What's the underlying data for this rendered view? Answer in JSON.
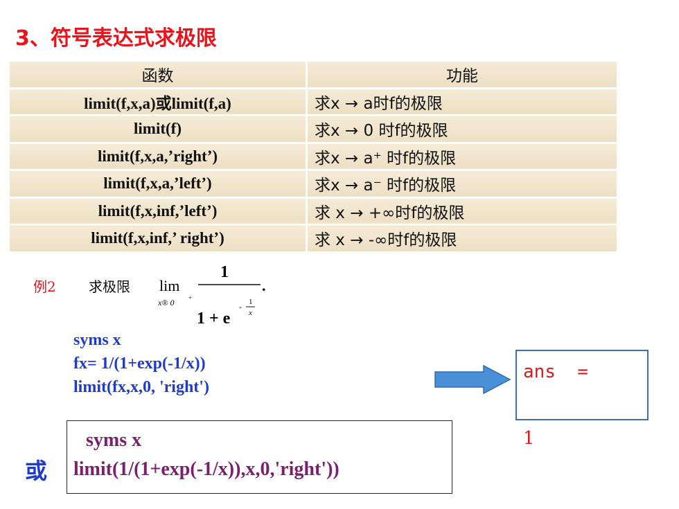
{
  "title": "3、符号表达式求极限",
  "table": {
    "header": {
      "col1": "函数",
      "col2": "功能"
    },
    "rows": [
      {
        "func": "limit(f,x,a)或limit(f,a)",
        "desc": "求x → a时f的极限"
      },
      {
        "func": "limit(f)",
        "desc": "求x → 0 时f的极限"
      },
      {
        "func": "limit(f,x,a,’right’)",
        "desc": "求x → a⁺ 时f的极限"
      },
      {
        "func": "limit(f,x,a,’left’)",
        "desc": "求x → a⁻ 时f的极限"
      },
      {
        "func": "limit(f,x,inf,’left’)",
        "desc": "求 x → +∞时f的极限"
      },
      {
        "func": "limit(f,x,inf,’ right’)",
        "desc": "求 x → -∞时f的极限"
      }
    ]
  },
  "example": {
    "label": "例2",
    "text": "求极限",
    "formula": {
      "lim": "lim",
      "sub": "x® 0",
      "sub_sup": "+",
      "numerator": "1",
      "denominator": "1 + e",
      "exp_minus": "-",
      "exp_num": "1",
      "exp_den": "x",
      "period": "."
    }
  },
  "code1": [
    "syms x",
    "fx= 1/(1+exp(-1/x))",
    "limit(fx,x,0, 'right')"
  ],
  "answer": {
    "label": "ans  =",
    "value": "1"
  },
  "or_label": "或",
  "code2": [
    "syms x",
    "limit(1/(1+exp(-1/x)),x,0,'right'))"
  ],
  "colors": {
    "title": "#e8141c",
    "code1": "#1f3cc8",
    "code2": "#7a1f6e",
    "answer": "#d81b1b",
    "arrow": "#4a90d9",
    "table_bg": "#f1e6cf"
  }
}
